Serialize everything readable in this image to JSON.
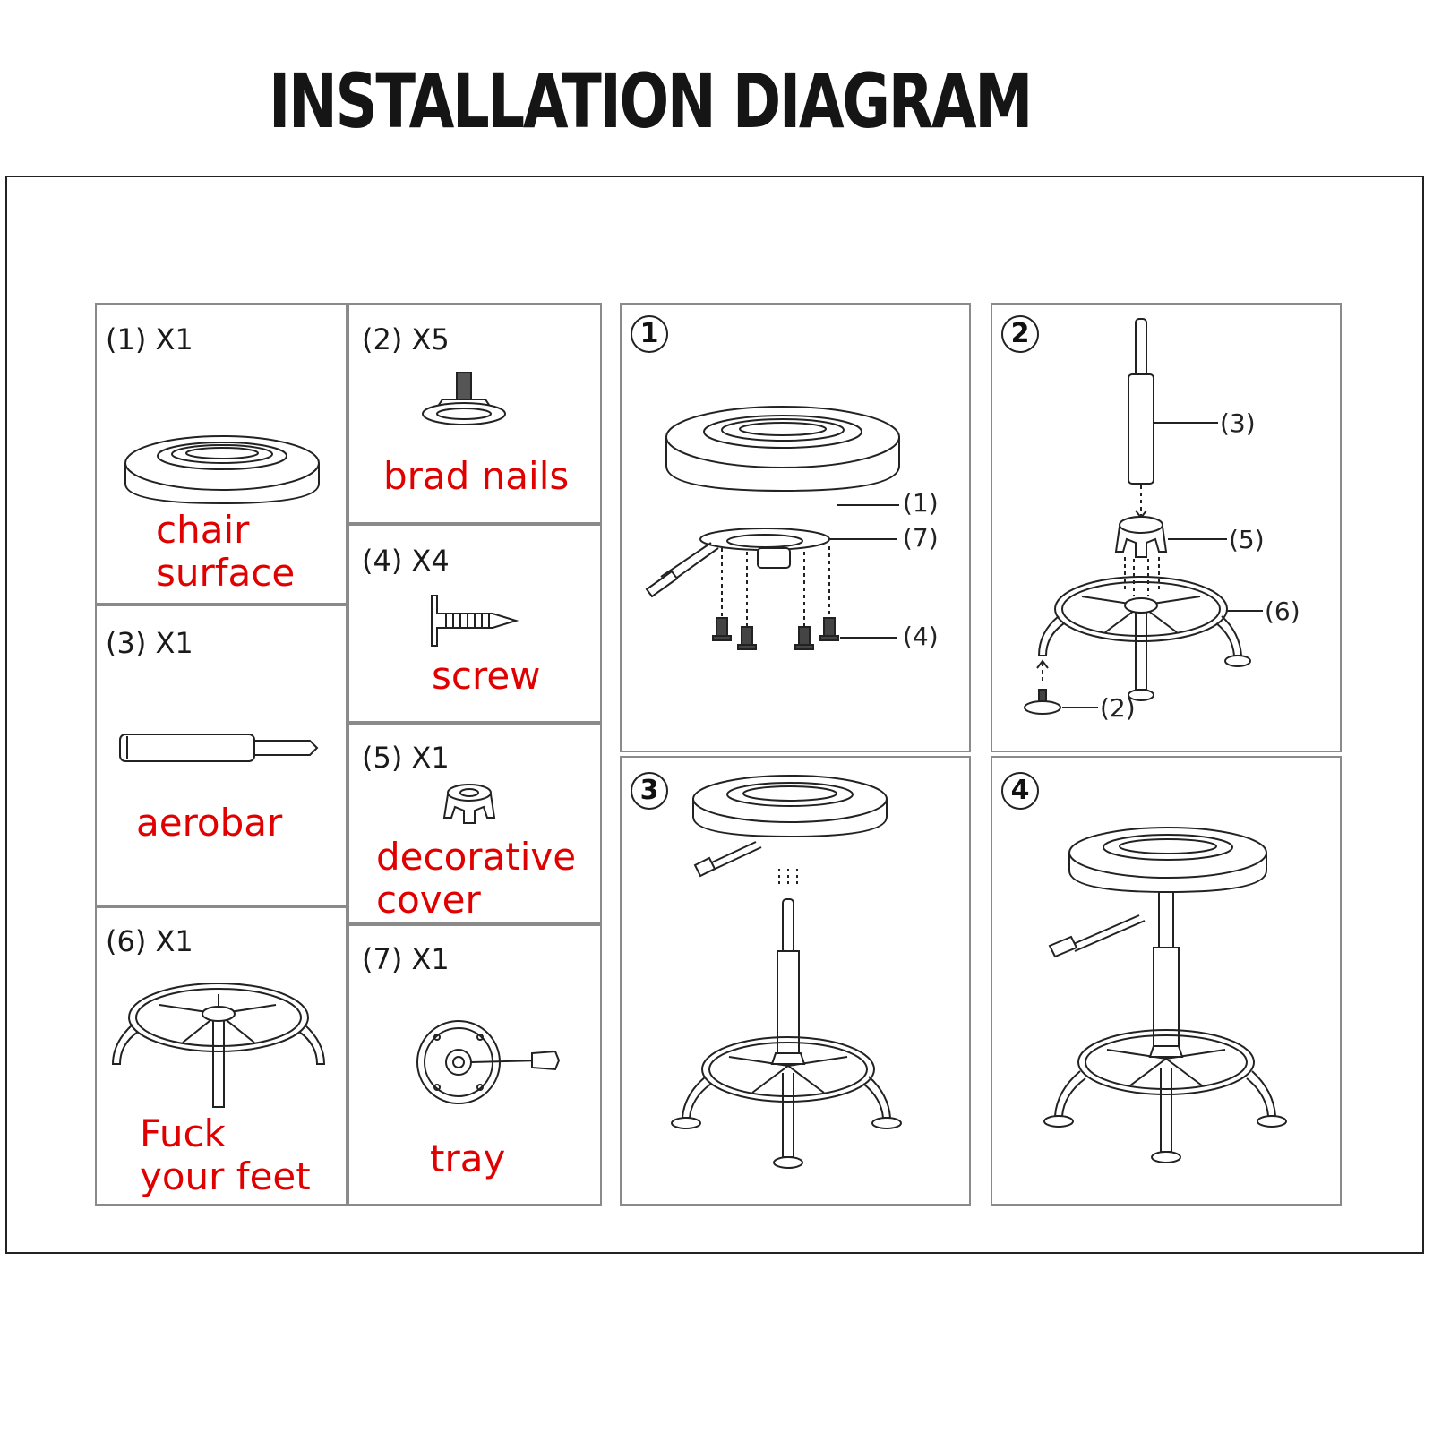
{
  "title": "INSTALLATION DIAGRAM",
  "parts": [
    {
      "qty": "(1) X1",
      "label_lines": [
        "chair",
        "surface"
      ]
    },
    {
      "qty": "(2) X5",
      "label_lines": [
        "brad nails"
      ]
    },
    {
      "qty": "(3) X1",
      "label_lines": [
        "aerobar"
      ]
    },
    {
      "qty": "(4) X4",
      "label_lines": [
        "screw"
      ]
    },
    {
      "qty": "(5) X1",
      "label_lines": [
        "decorative",
        "cover"
      ]
    },
    {
      "qty": "(6) X1",
      "label_lines": [
        "Fuck",
        "your feet"
      ]
    },
    {
      "qty": "(7) X1",
      "label_lines": [
        "tray"
      ]
    }
  ],
  "steps": [
    {
      "number": "1",
      "callouts": [
        "(1)",
        "(7)",
        "(4)"
      ]
    },
    {
      "number": "2",
      "callouts": [
        "(3)",
        "(5)",
        "(6)",
        "(2)"
      ]
    },
    {
      "number": "3",
      "callouts": []
    },
    {
      "number": "4",
      "callouts": []
    }
  ],
  "colors": {
    "label": "#e00000",
    "line": "#222222",
    "cell_border": "#8a8a8a"
  }
}
